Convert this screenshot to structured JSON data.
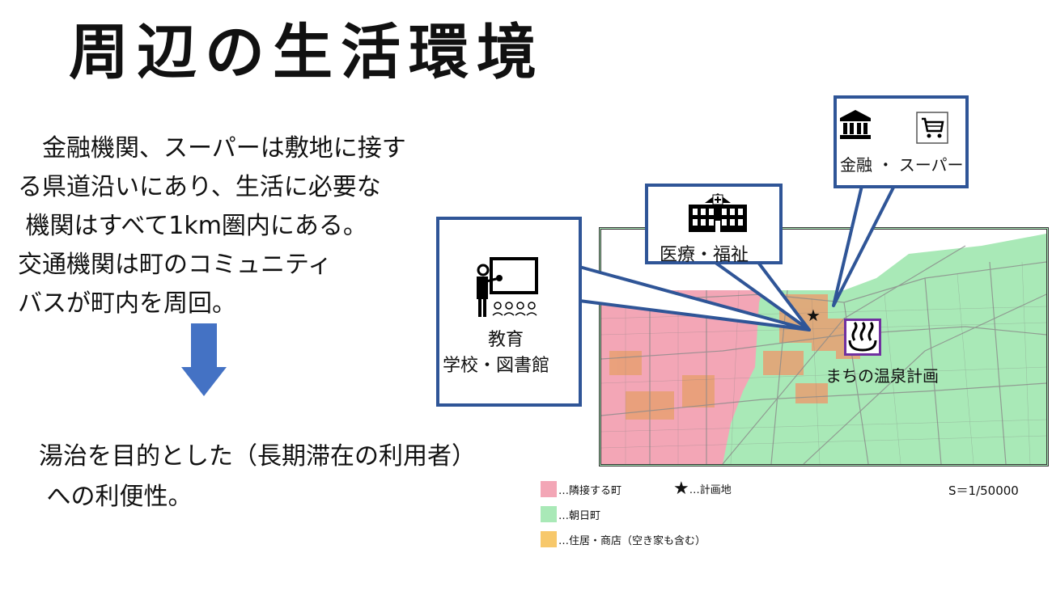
{
  "title": "周辺の生活環境",
  "description": "　金融機関、スーパーは敷地に接す\nる県道沿いにあり、生活に必要な\n 機関はすべて1km圏内にある。\n交通機関は町のコミュニティ\nバスが町内を周回。",
  "conclusion": "湯治を目的とした（長期滞在の利用者）\n への利便性。",
  "callouts": {
    "finance": {
      "label": "金融 ・ スーパー",
      "icons": [
        "bank-icon",
        "shopping-cart-icon"
      ]
    },
    "medical": {
      "label": "医療・福祉",
      "icons": [
        "hospital-building-icon"
      ]
    },
    "education": {
      "label_line1": "教育",
      "label_line2": "学校・図書館",
      "icons": [
        "classroom-teacher-icon"
      ]
    }
  },
  "map": {
    "onsen_label": "まちの温泉計画",
    "onsen_icon": "hot-spring-icon",
    "site_marker": "★",
    "colors": {
      "neighbor_town": "#f3a6b6",
      "asahi_town": "#a9e9b7",
      "housing": "#f7c86b",
      "callout_border": "#2f5597",
      "onsen_border": "#7030a0",
      "arrow": "#4472c4"
    }
  },
  "legend": [
    {
      "label": "…隣接する町",
      "color": "#f3a6b6"
    },
    {
      "label": "…朝日町",
      "color": "#a9e9b7"
    },
    {
      "label": "…住居・商店（空き家も含む）",
      "color": "#f7c86b"
    }
  ],
  "legend_star": {
    "symbol": "★",
    "label": "…計画地"
  },
  "scale": "S＝1/50000"
}
